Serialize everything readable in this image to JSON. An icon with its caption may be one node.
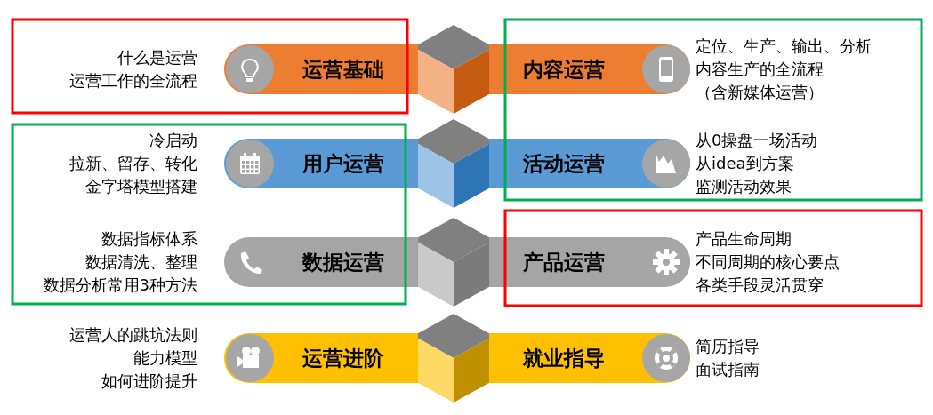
{
  "diagram": {
    "nodes": [
      {
        "text": [
          "运营基础"
        ],
        "beside": [
          "什么是运营",
          "运营工作的全流程"
        ]
      },
      {
        "text": [
          "内容运营"
        ],
        "beside": [
          "定位、生产、输出、分析",
          "内容生产的全流程",
          "（含新媒体运营）"
        ]
      },
      {
        "text": [
          "用户运营"
        ],
        "beside": [
          "冷启动",
          "拉新、留存、转化",
          "金字塔模型搭建"
        ]
      },
      {
        "text": [
          "活动运营"
        ],
        "beside": [
          "从0操盘一场活动",
          "从idea到方案",
          "监测活动效果"
        ]
      },
      {
        "text": [
          "数据运营"
        ],
        "beside": [
          "数据指标体系",
          "数据清洗、整理",
          "数据分析常用3种方法"
        ]
      },
      {
        "text": [
          "产品运营"
        ],
        "beside": [
          "产品生命周期",
          "不同周期的核心要点",
          "各类手段灵活贯穿"
        ]
      },
      {
        "text": [
          "运营进阶"
        ],
        "beside": [
          "运营人的跳坑法则",
          "能力模型",
          "如何进阶提升"
        ]
      },
      {
        "text": [
          "就业指导"
        ],
        "beside": [
          "简历指导",
          "面试指南"
        ]
      }
    ]
  }
}
